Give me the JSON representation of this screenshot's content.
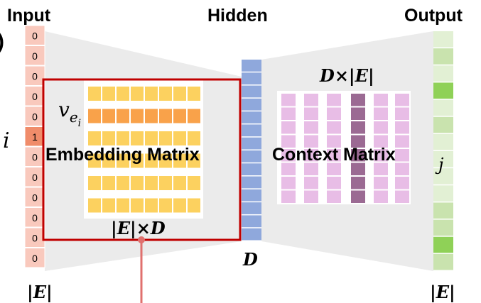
{
  "headers": {
    "input": "Input",
    "hidden": "Hidden",
    "output": "Output",
    "panel_fragment": ")"
  },
  "input_vector": {
    "values": [
      "0",
      "0",
      "0",
      "0",
      "0",
      "1",
      "0",
      "0",
      "0",
      "0",
      "0",
      "0"
    ],
    "active_index": 5,
    "index_label": "i",
    "size_label": "|E|"
  },
  "embedding": {
    "title": "Embedding Matrix",
    "row_vector_label": "v",
    "row_vector_sub": "e",
    "row_vector_subsub": "i",
    "dims_label": "|E|×D",
    "highlighted_row": 1
  },
  "hidden": {
    "size_label": "D"
  },
  "context": {
    "title": "Context Matrix",
    "dims_label": "D×|E|",
    "highlighted_column": 3
  },
  "output_vector": {
    "index_label": "j",
    "size_label": "|E|"
  },
  "colors": {
    "input_cell": "#f9c9bd",
    "input_active": "#f08c6a",
    "embed_cell": "#fcd15f",
    "embed_highlight": "#f9a24a",
    "frame": "#c00000",
    "hidden_cell": "#8fa8dc",
    "context_cell": "#e8bde6",
    "context_highlight": "#9b6a93",
    "output_light": "#e2f0d4",
    "output_mid": "#c9e3ae",
    "output_strong": "#8fd157",
    "funnel": "#e6e6e6",
    "pointer": "#e0706e"
  }
}
